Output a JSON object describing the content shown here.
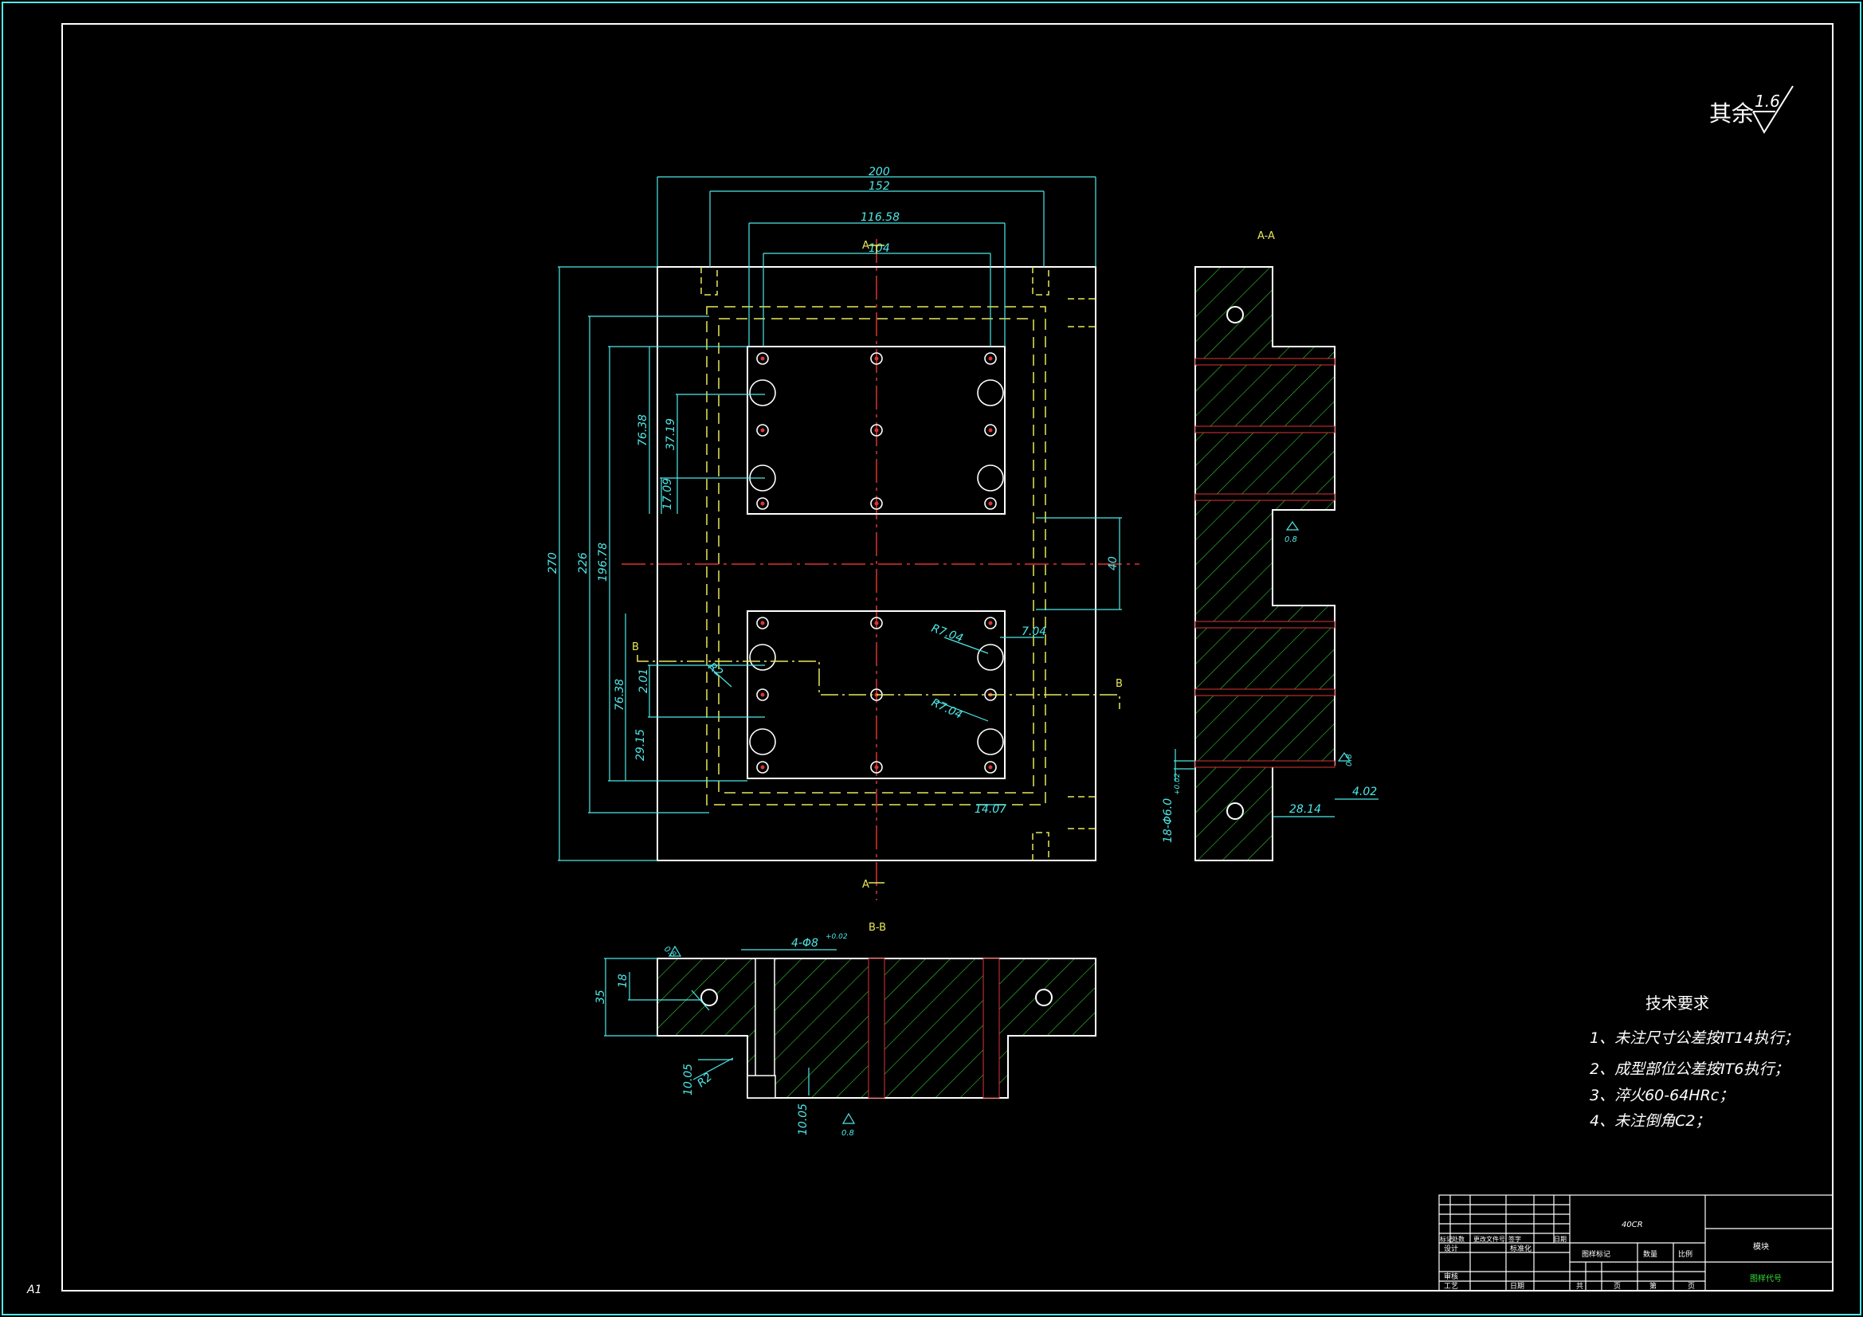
{
  "drawing": {
    "sheet_size": "A1",
    "surface_finish": {
      "prefix": "其余",
      "value": "1.6"
    },
    "section_labels": {
      "aa_title": "A-A",
      "bb_title": "B-B",
      "a_mark": "A",
      "b_mark": "B"
    },
    "dimensions": {
      "top_width_200": "200",
      "top_width_152": "152",
      "top_width_116": "116.58",
      "top_width_104": "104",
      "height_270": "270",
      "height_226": "226",
      "height_196": "196.78",
      "d_76_38_upper": "76.38",
      "d_37_19": "37.19",
      "d_17_09": "17.09",
      "d_76_38_lower": "76.38",
      "d_2_01": "2.01",
      "d_29_15": "29.15",
      "d_40": "40",
      "d_r7_upper": "R7.04",
      "d_r7_lower": "R7.04",
      "d_7_04": "7.04",
      "d_14_07": "14.07",
      "d_r2": "R2",
      "aa_hole": "18-Φ6.0",
      "aa_hole_tol": "+0.02",
      "aa_28_14": "28.14",
      "aa_4_02": "4.02",
      "aa_rough_1": "0.8",
      "aa_rough_2": "0.8",
      "bb_35": "35",
      "bb_18": "18",
      "bb_hole": "4-Φ8",
      "bb_hole_tol": "+0.02",
      "bb_rough_top": "0.8",
      "bb_10_05_a": "10.05",
      "bb_r2": "R2",
      "bb_10_05_b": "10.05",
      "bb_rough_bottom": "0.8"
    },
    "tech_requirements": {
      "title": "技术要求",
      "items": [
        "1、未注尺寸公差按IT14执行；",
        "2、成型部位公差按IT6执行；",
        "3、淬火60-64HRc；",
        "4、未注倒角C2；"
      ]
    },
    "title_block": {
      "material": "40CR",
      "part_name": "模块",
      "drawing_no": "图样代号",
      "header_cells": [
        "标记",
        "处数",
        "更改文件号",
        "签字",
        "日期"
      ],
      "designer": "设计",
      "standardized": "标准化",
      "checker": "审核",
      "process": "工艺",
      "date": "日期",
      "stage_mark": "图样标记",
      "quantity": "数量",
      "scale": "比例",
      "total": "共",
      "sheets": "页",
      "sheet_no": "第",
      "page": "页"
    }
  }
}
